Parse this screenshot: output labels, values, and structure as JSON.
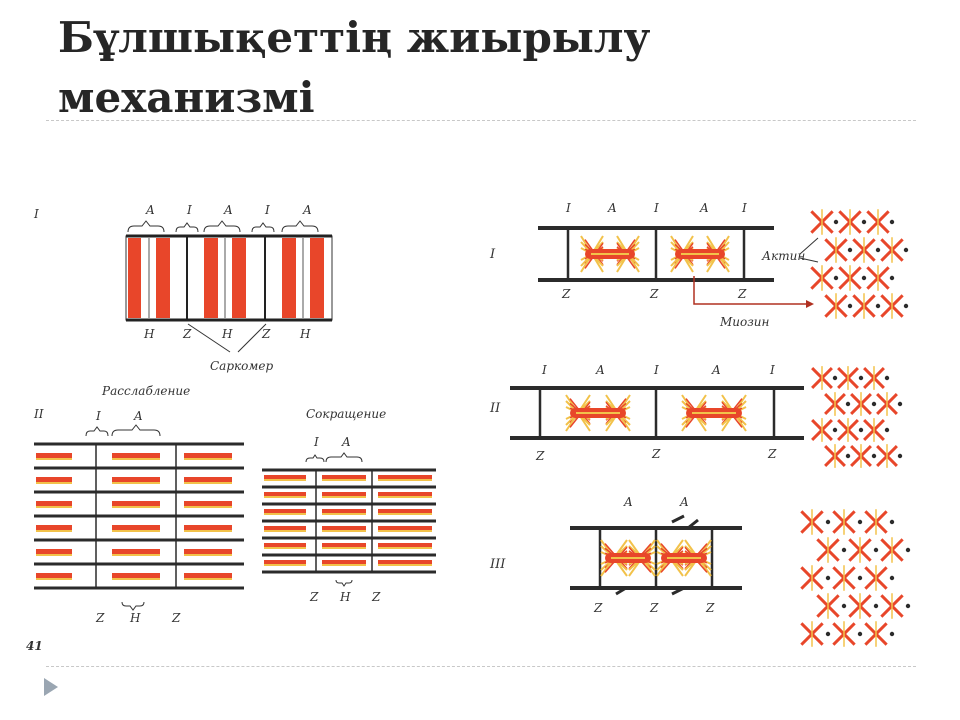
{
  "slide": {
    "title": "Бұлшықеттің жиырылу механизмі"
  },
  "figure": {
    "left_panel": {
      "row_numeral_1": "I",
      "row_numeral_2": "II",
      "band_labels_top": [
        "A",
        "I",
        "A",
        "I",
        "A"
      ],
      "band_labels_bottom": [
        "H",
        "Z",
        "H",
        "Z",
        "H"
      ],
      "sarcomere_label": "Саркомер",
      "relaxation_label": "Расслабление",
      "contraction_label": "Сокращение",
      "relax_top_labels": [
        "I",
        "A"
      ],
      "relax_bottom_labels": [
        "Z",
        "H",
        "Z"
      ],
      "contract_top_labels": [
        "I",
        "A"
      ],
      "contract_bottom_labels": [
        "Z",
        "H",
        "Z"
      ],
      "corner_mark": "41"
    },
    "right_panel": {
      "row_numerals": [
        "I",
        "II",
        "III"
      ],
      "row1_top_labels": [
        "I",
        "A",
        "I",
        "A",
        "I"
      ],
      "row1_bottom_labels": [
        "Z",
        "Z",
        "Z"
      ],
      "row2_top_labels": [
        "I",
        "A",
        "I",
        "A",
        "I"
      ],
      "row2_bottom_labels": [
        "Z",
        "Z",
        "Z"
      ],
      "row3_top_labels": [
        "A",
        "A"
      ],
      "row3_bottom_labels": [
        "Z",
        "Z",
        "Z"
      ],
      "actin_label": "Актин",
      "myosin_label": "Миозин"
    },
    "colors": {
      "filament_red": "#e8462a",
      "filament_yellow": "#f2c24a",
      "dark_line": "#2b2b2b",
      "title_text": "#262626"
    }
  }
}
